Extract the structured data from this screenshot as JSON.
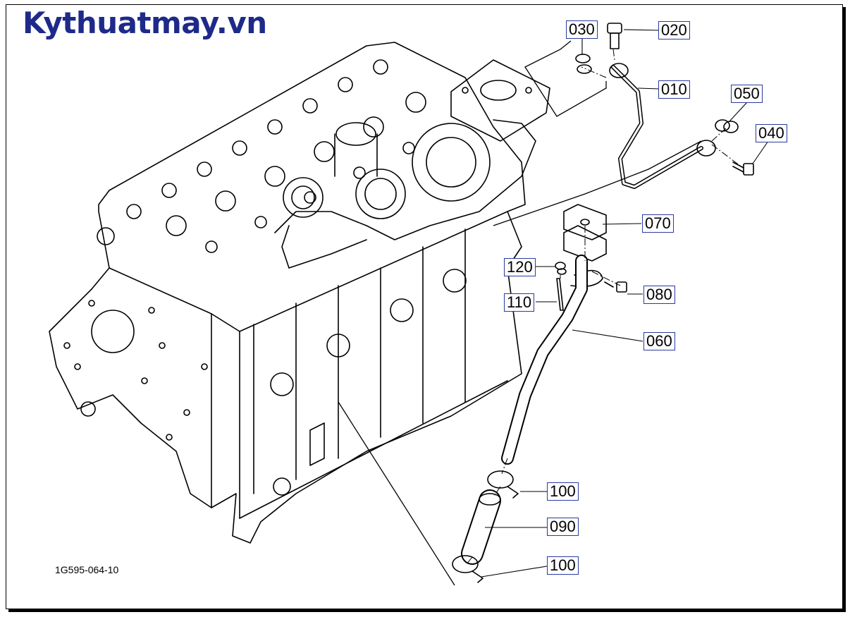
{
  "brand": "Kythuatmay.vn",
  "drawing_code": "1G595-064-10",
  "part_labels": {
    "p010": "010",
    "p020": "020",
    "p030": "030",
    "p040": "040",
    "p050": "050",
    "p060": "060",
    "p070": "070",
    "p080": "080",
    "p090": "090",
    "p100a": "100",
    "p100b": "100",
    "p110": "110",
    "p120": "120"
  },
  "colors": {
    "brand": "#1e2a8a",
    "label_border": "#2a3aa0",
    "line": "#000000"
  }
}
